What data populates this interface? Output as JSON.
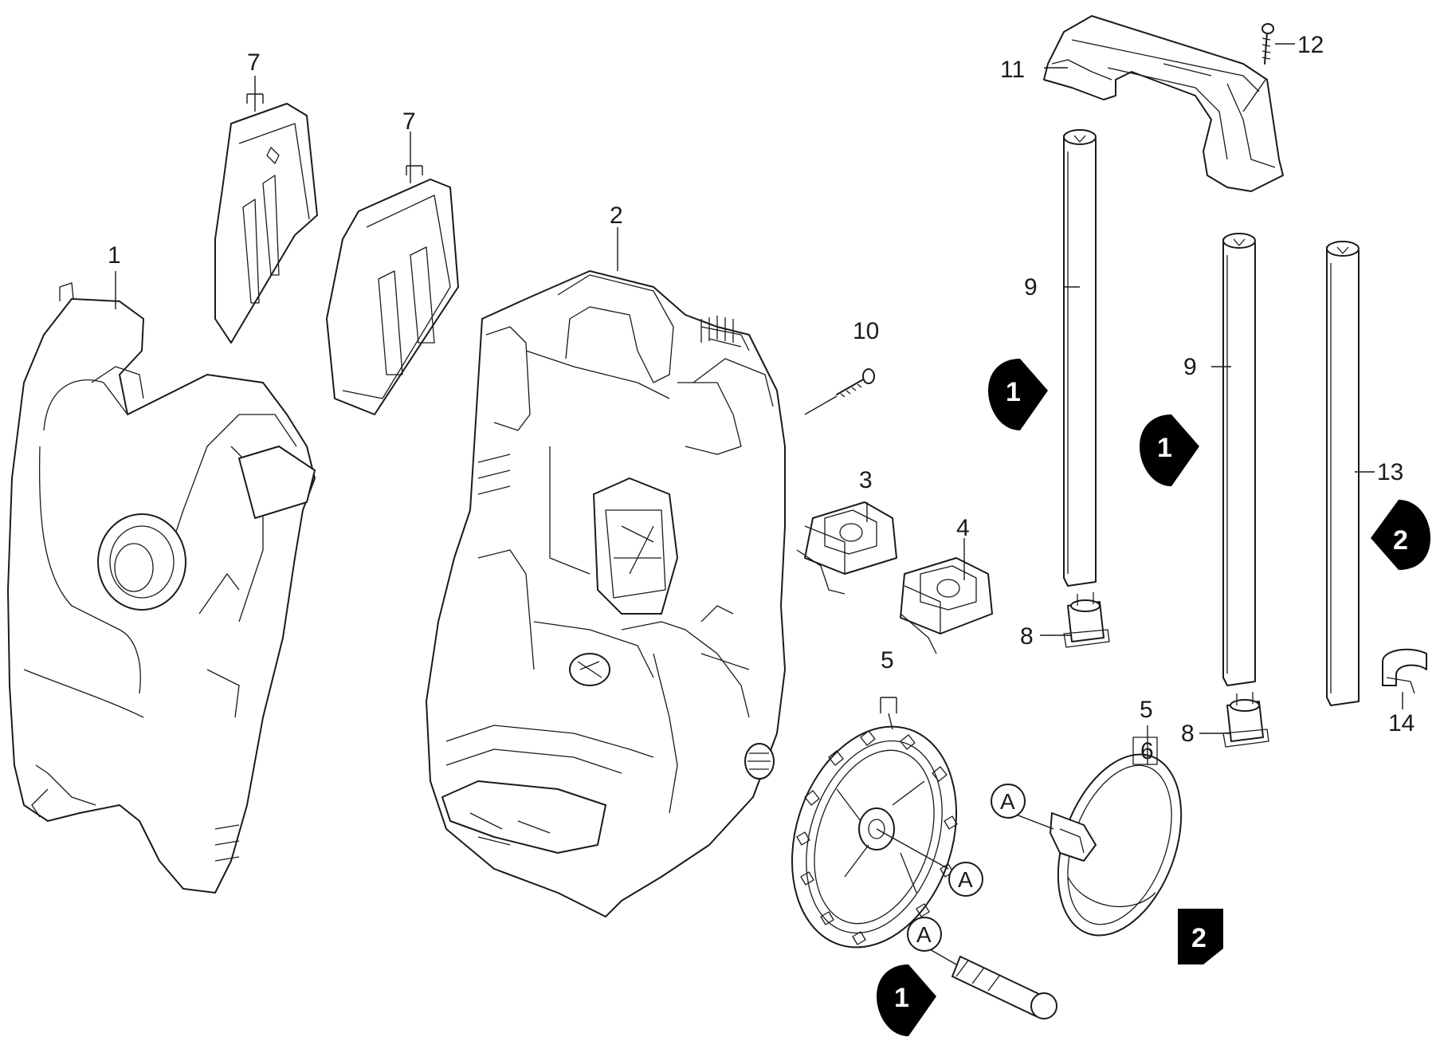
{
  "callouts": {
    "c1": "1",
    "c2": "2",
    "c3": "3",
    "c4": "4",
    "c5a": "5",
    "c5b": "5",
    "c6": "6",
    "c7a": "7",
    "c7b": "7",
    "c8a": "8",
    "c8b": "8",
    "c9a": "9",
    "c9b": "9",
    "c10": "10",
    "c11": "11",
    "c12": "12",
    "c13": "13",
    "c14": "14"
  },
  "markers": {
    "m1a": "1",
    "m1b": "1",
    "m1c": "1",
    "m2a": "2",
    "m2b": "2"
  },
  "circle_labels": {
    "a1": "A",
    "a2": "A",
    "a3": "A"
  },
  "colors": {
    "line": "#1a1a1a",
    "background": "#ffffff",
    "marker": "#000000"
  }
}
